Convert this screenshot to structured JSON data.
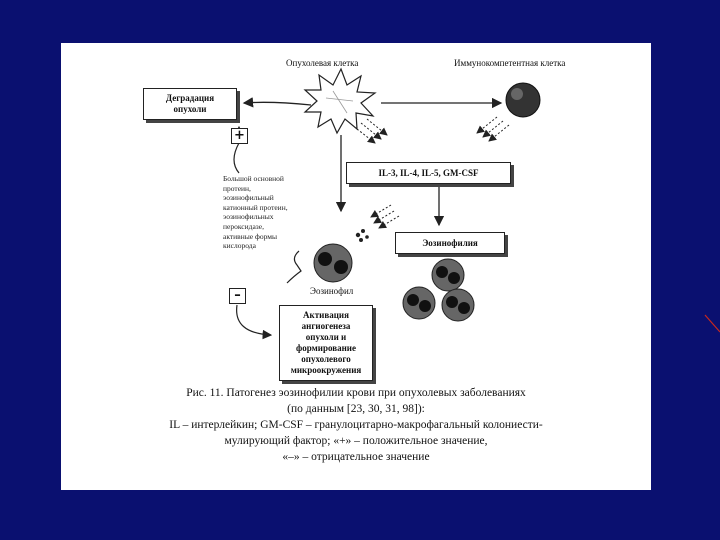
{
  "labels": {
    "tumor_cell": "Опухолевая клетка",
    "immune_cell": "Иммунокомпетентная клетка",
    "eosinophil": "Эозинофил"
  },
  "boxes": {
    "degradation": [
      "Деградация",
      "опухоли"
    ],
    "cytokines": "IL-3, IL-4, IL-5, GM-CSF",
    "eosinophilia": "Эозинофилия",
    "activation": [
      "Активация",
      "ангиогенеза",
      "опухоли и",
      "формирование",
      "опухолевого",
      "микроокружения"
    ]
  },
  "signs": {
    "plus": "+",
    "minus": "–"
  },
  "mediators": [
    "Большой основной",
    "протеин,",
    "эозинофильный",
    "катионный протеин,",
    "эозинофильных",
    "пероксидазе,",
    "активные формы",
    "кислорода"
  ],
  "caption": {
    "line1": "Рис. 11. Патогенез эозинофилии крови при опухолевых заболеваниях",
    "line2": "(по данным [23, 30, 31, 98]):",
    "line3": "IL – интерлейкин; GM-CSF – гранулоцитарно-макрофагальный колониести-",
    "line4": "мулирующий фактор; «+» – положительное значение,",
    "line5": "«–» – отрицательное значение"
  },
  "colors": {
    "background": "#0a1070",
    "figure": "#ffffff",
    "accent_line": "#c8281e"
  }
}
